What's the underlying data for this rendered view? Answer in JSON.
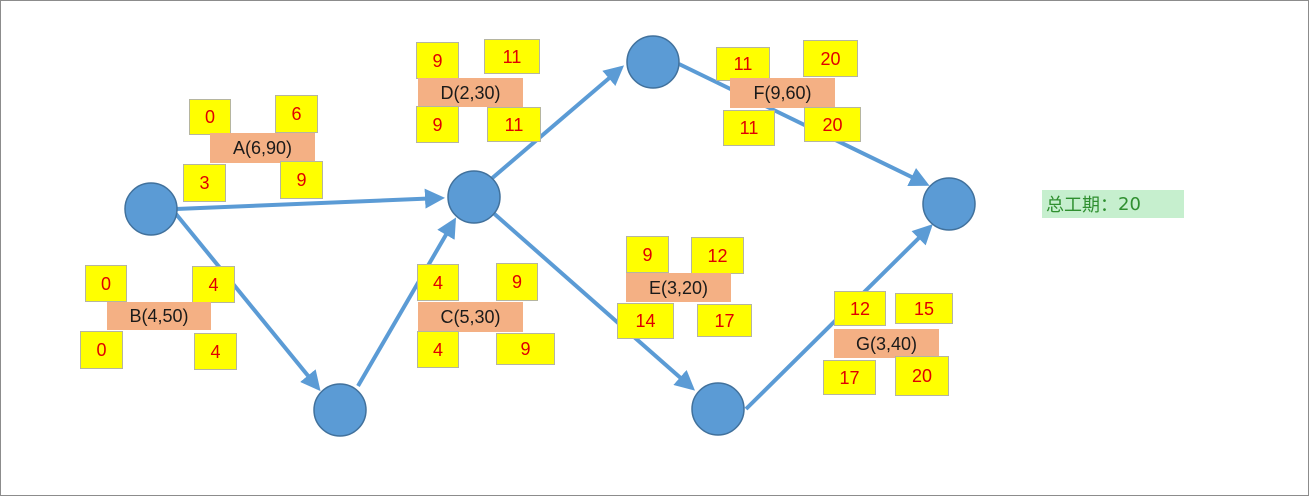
{
  "activities": [
    {
      "id": "A",
      "label": "A(6,90)",
      "es": "0",
      "ef": "6",
      "ls": "3",
      "lf": "9"
    },
    {
      "id": "B",
      "label": "B(4,50)",
      "es": "0",
      "ef": "4",
      "ls": "0",
      "lf": "4"
    },
    {
      "id": "C",
      "label": "C(5,30)",
      "es": "4",
      "ef": "9",
      "ls": "4",
      "lf": "9"
    },
    {
      "id": "D",
      "label": "D(2,30)",
      "es": "9",
      "ef": "11",
      "ls": "9",
      "lf": "11"
    },
    {
      "id": "E",
      "label": "E(3,20)",
      "es": "9",
      "ef": "12",
      "ls": "14",
      "lf": "17"
    },
    {
      "id": "F",
      "label": "F(9,60)",
      "es": "11",
      "ef": "20",
      "ls": "11",
      "lf": "20"
    },
    {
      "id": "G",
      "label": "G(3,40)",
      "es": "12",
      "ef": "15",
      "ls": "17",
      "lf": "20"
    }
  ],
  "total": {
    "label": "总工期：",
    "value": "20"
  },
  "colors": {
    "node_fill": "#5b9bd5",
    "node_stroke": "#41719c",
    "arrow": "#5b9bd5",
    "value_box": "#ffff00",
    "value_text": "#e00000",
    "activity_box": "#f4b084",
    "total_box": "#c6efce",
    "total_text": "#2f8f2f"
  }
}
